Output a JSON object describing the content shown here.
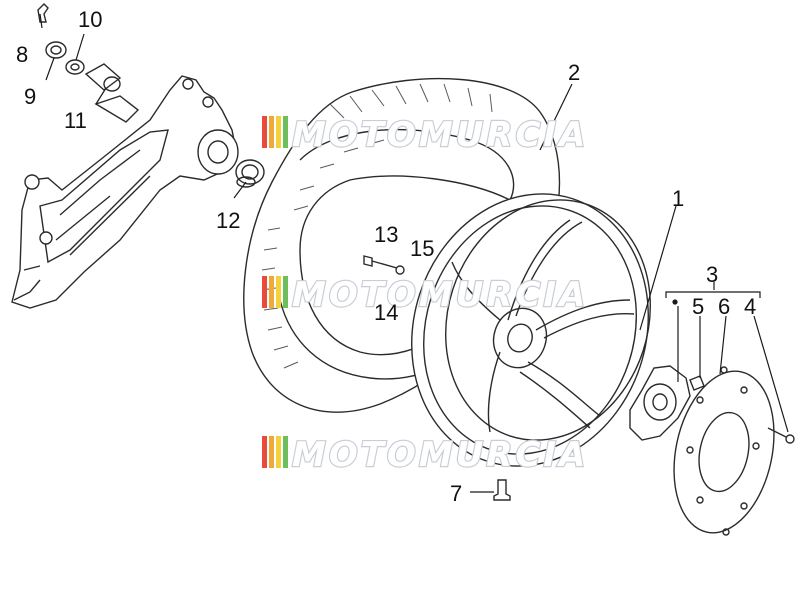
{
  "callouts": {
    "c1": "1",
    "c2": "2",
    "c3": "3",
    "c4": "4",
    "c5": "5",
    "c6": "6",
    "c7": "7",
    "c8": "8",
    "c9": "9",
    "c10": "10",
    "c11": "11",
    "c12": "12",
    "c13": "13",
    "c14": "14",
    "c15": "15"
  },
  "watermark": {
    "text": "MOTOMURCIA",
    "stripe_colors": [
      "#e84a3c",
      "#f2a93b",
      "#f4d23c",
      "#6cbf5a"
    ]
  },
  "colors": {
    "line": "#1a1a1a",
    "watermark_outline": "#c9ced6"
  }
}
